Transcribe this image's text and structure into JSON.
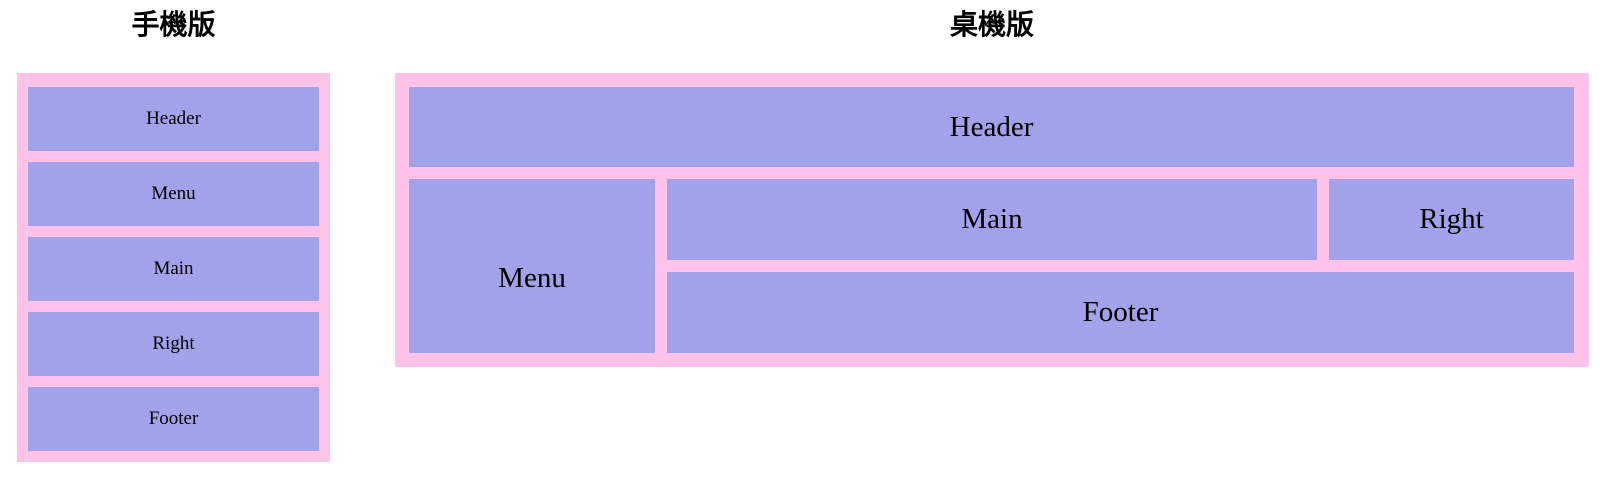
{
  "colors": {
    "page_background": "#ffffff",
    "container_pink": "#ffc2e9",
    "box_purple": "#a2a2ea",
    "title_text": "#000000",
    "label_text": "#000000"
  },
  "mobile": {
    "title": "手機版",
    "boxes": [
      {
        "label": "Header"
      },
      {
        "label": "Menu"
      },
      {
        "label": "Main"
      },
      {
        "label": "Right"
      },
      {
        "label": "Footer"
      }
    ]
  },
  "desktop": {
    "title": "桌機版",
    "boxes": [
      {
        "label": "Header"
      },
      {
        "label": "Menu"
      },
      {
        "label": "Main"
      },
      {
        "label": "Right"
      },
      {
        "label": "Footer"
      }
    ]
  }
}
